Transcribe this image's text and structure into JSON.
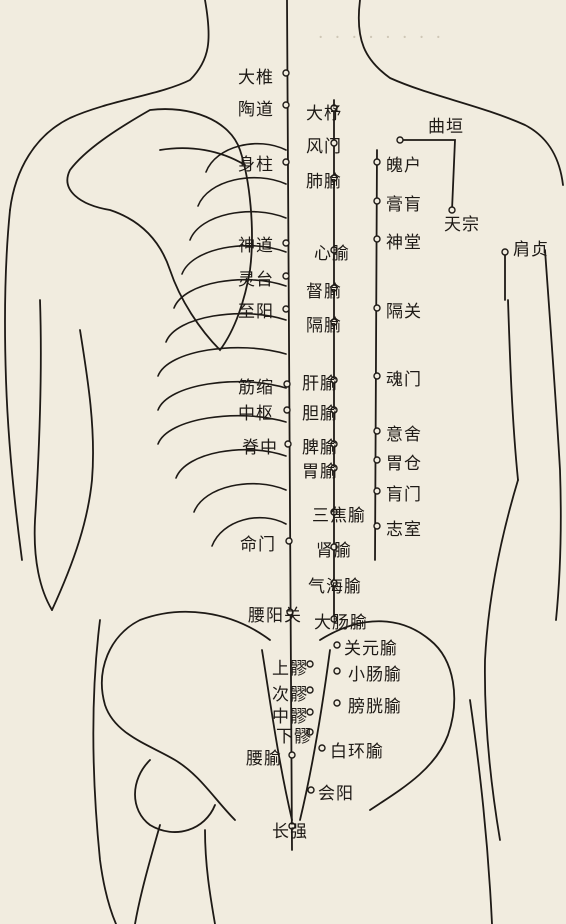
{
  "colors": {
    "background": "#f1ecdf",
    "ink": "#1e1a16",
    "bleed_through": "#cfc7b6"
  },
  "labels": {
    "dazhui": "大椎",
    "taodao": "陶道",
    "shenzhu": "身柱",
    "shendao": "神道",
    "lingtai": "灵台",
    "zhiyang": "至阳",
    "jinsuo": "筋缩",
    "zhongshu": "中枢",
    "jizhong": "脊中",
    "mingmen": "命门",
    "yaoyangguan": "腰阳关",
    "yaoshu": "腰腧",
    "changqiang": "长强",
    "huiyang": "会阳",
    "dazhu": "大杼",
    "fengmen": "风门",
    "feishu": "肺腧",
    "xinshu": "心腧",
    "dushu": "督腧",
    "geshu": "隔腧",
    "ganshu": "肝腧",
    "danshu": "胆腧",
    "pishu": "脾腧",
    "weishu": "胃腧",
    "sanjiaoshu": "三焦腧",
    "shenshu": "肾腧",
    "qihaishu": "气海腧",
    "dachangshu": "大肠腧",
    "guanyuanshu": "关元腧",
    "xiaochangshu": "小肠腧",
    "pangguangshu": "膀胱腧",
    "baihuanshu": "白环腧",
    "shangliao": "上髎",
    "ciliao": "次髎",
    "zhongliao": "中髎",
    "xialiao": "下髎",
    "pohu": "魄户",
    "gaohuang": "膏肓",
    "shentang": "神堂",
    "geguan": "隔关",
    "hunmen": "魂门",
    "yishe": "意舍",
    "weicang": "胃仓",
    "huangmen": "肓门",
    "zhishi": "志室",
    "quyuan": "曲垣",
    "tianzong": "天宗",
    "jianzhen": "肩贞"
  }
}
